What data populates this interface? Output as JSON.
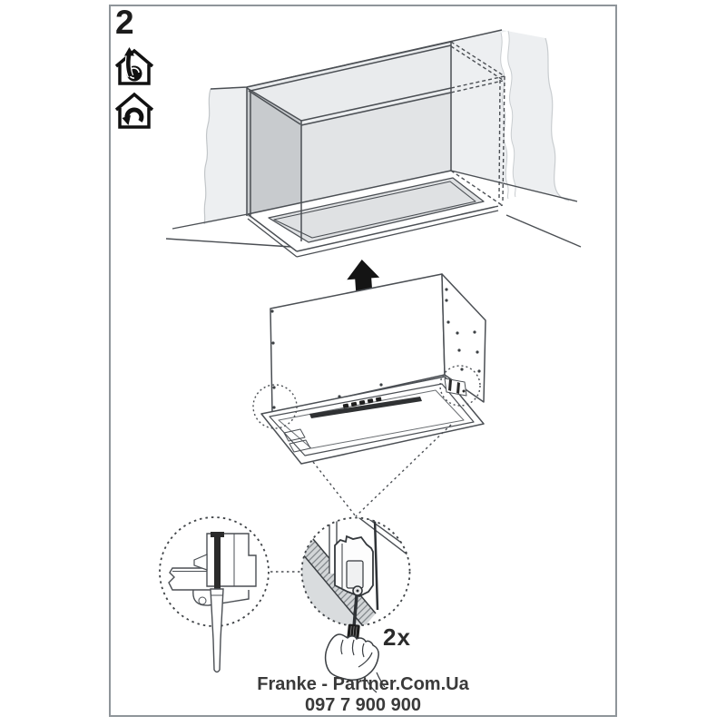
{
  "document": {
    "step_number": "2",
    "quantity_label": "2x",
    "footer": {
      "line1": "Franke - Partner.Com.Ua",
      "line2": "097 7 900 900"
    }
  },
  "icons": {
    "modes": [
      {
        "name": "house-exhaust-mode-icon"
      },
      {
        "name": "house-recirculation-mode-icon"
      }
    ],
    "direction_arrow_icon": "up-arrow-icon"
  },
  "colors": {
    "page_border": "#8f959a",
    "line_art": "#4b4f54",
    "wall_fill": "#edeff1",
    "cabinet_side_fill": "#c8cbce",
    "cabinet_interior_fill": "#e2e4e6",
    "arrow_black": "#141414",
    "text": "#333333"
  }
}
